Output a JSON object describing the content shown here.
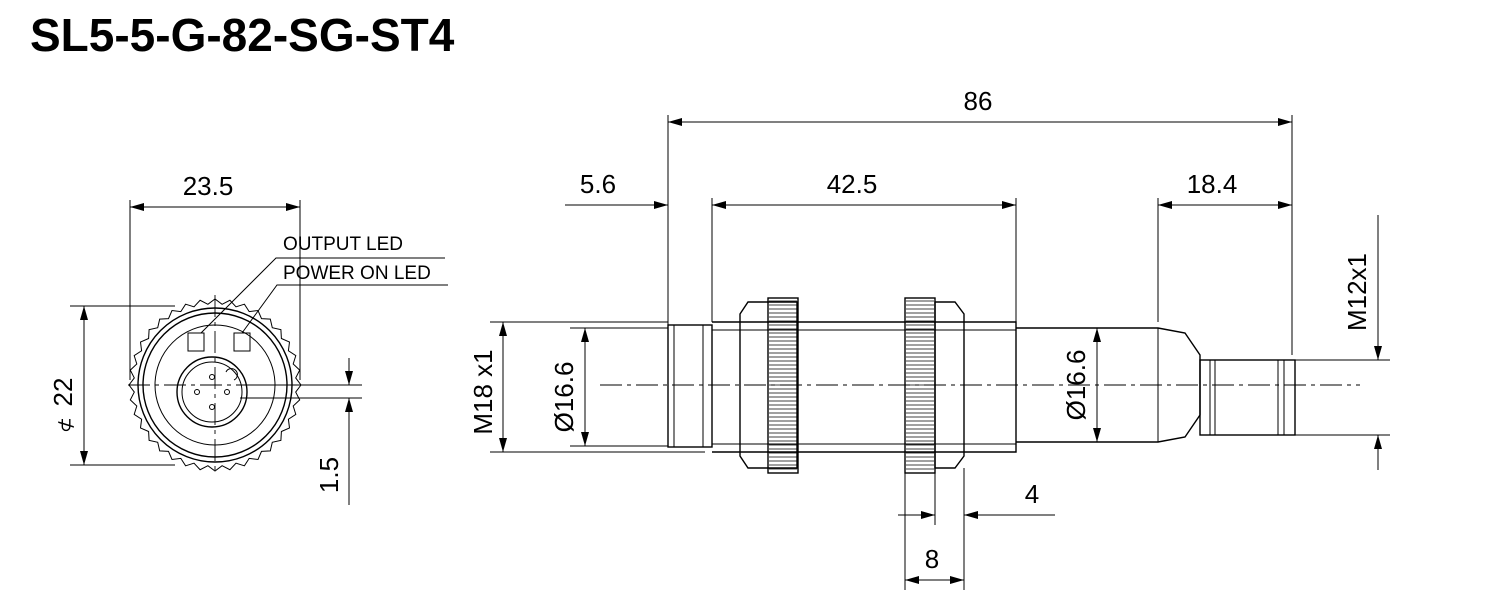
{
  "title": "SL5-5-G-82-SG-ST4",
  "front_view": {
    "width_label": "23.5",
    "height_label": "22",
    "pin_label": "1.5",
    "led_labels": [
      "OUTPUT LED",
      "POWER ON LED"
    ]
  },
  "side_view": {
    "overall_length": "86",
    "front_lens": "5.6",
    "thread_length": "42.5",
    "connector_length": "18.4",
    "thread_label": "M18 x1",
    "diameter_front": "Ø16.6",
    "diameter_rear": "Ø16.6",
    "connector_thread": "M12x1",
    "nut_gap": "4",
    "nut_width": "8"
  }
}
